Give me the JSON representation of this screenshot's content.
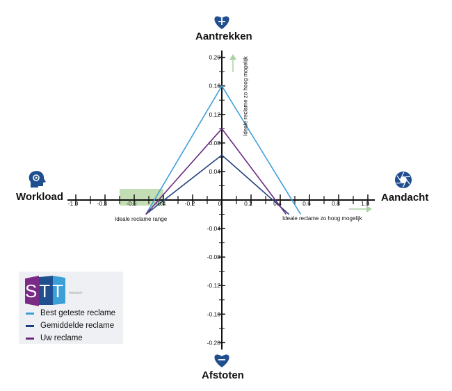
{
  "chart_data": {
    "type": "line",
    "x": [
      -0.55,
      0,
      0.55
    ],
    "series": [
      {
        "name": "Best geteste reclame",
        "color": "#3d9fd8",
        "x": [
          -0.52,
          0.0,
          0.54
        ],
        "values": [
          -0.02,
          0.16,
          -0.02
        ]
      },
      {
        "name": "Gemiddelde reclame",
        "color": "#1f3f7a",
        "x": [
          -0.52,
          0.0,
          0.46
        ],
        "values": [
          -0.02,
          0.063,
          -0.02
        ]
      },
      {
        "name": "Uw reclame",
        "color": "#6a2a7f",
        "x": [
          -0.52,
          0.0,
          0.44
        ],
        "values": [
          -0.02,
          0.1,
          -0.02
        ]
      }
    ],
    "xlim": [
      -1.0,
      1.0
    ],
    "ylim": [
      -0.2,
      0.2
    ],
    "x_ticks": [
      -1.0,
      -0.8,
      -0.6,
      -0.4,
      -0.2,
      0,
      0.2,
      0.4,
      0.6,
      0.8,
      1.0
    ],
    "x_tick_labels": [
      "-1.0",
      "-0.8",
      "-0.6",
      "-0.4",
      "-0.2",
      "0",
      "0.2",
      "0.4",
      "0.6",
      "0.8",
      "1.0"
    ],
    "y_ticks": [
      0.2,
      0.16,
      0.12,
      0.08,
      0.04,
      -0.04,
      -0.08,
      -0.12,
      -0.16,
      -0.2
    ],
    "y_tick_labels": [
      "0.20",
      "0.16",
      "0.12",
      "0.08",
      "0.04",
      "-0.04",
      "-0.08",
      "-0.12",
      "-0.16",
      "-0.20"
    ],
    "ideal_range": {
      "x": [
        -0.7,
        -0.4
      ],
      "label": "Ideale reclame range",
      "color": "#b9d7a8"
    },
    "axis_titles": {
      "top": "Aantrekken",
      "bottom": "Afstoten",
      "left": "Workload",
      "right": "Aandacht"
    },
    "hints": {
      "x": "Ideale reclame zo hoog mogelijk",
      "y": "Ideale reclame zo hoog mogelijk"
    },
    "icons": {
      "top": "heart-plus-icon",
      "bottom": "heart-minus-icon",
      "left": "head-gear-icon",
      "right": "aperture-icon"
    },
    "icon_color": "#1f4f8e",
    "hint_arrow_color": "#a9d4a0"
  },
  "legend": {
    "logo_text": "STT",
    "logo_subtext": "research",
    "logo_colors": [
      "#7a2b86",
      "#1f4f8e",
      "#3d9fd8"
    ]
  }
}
